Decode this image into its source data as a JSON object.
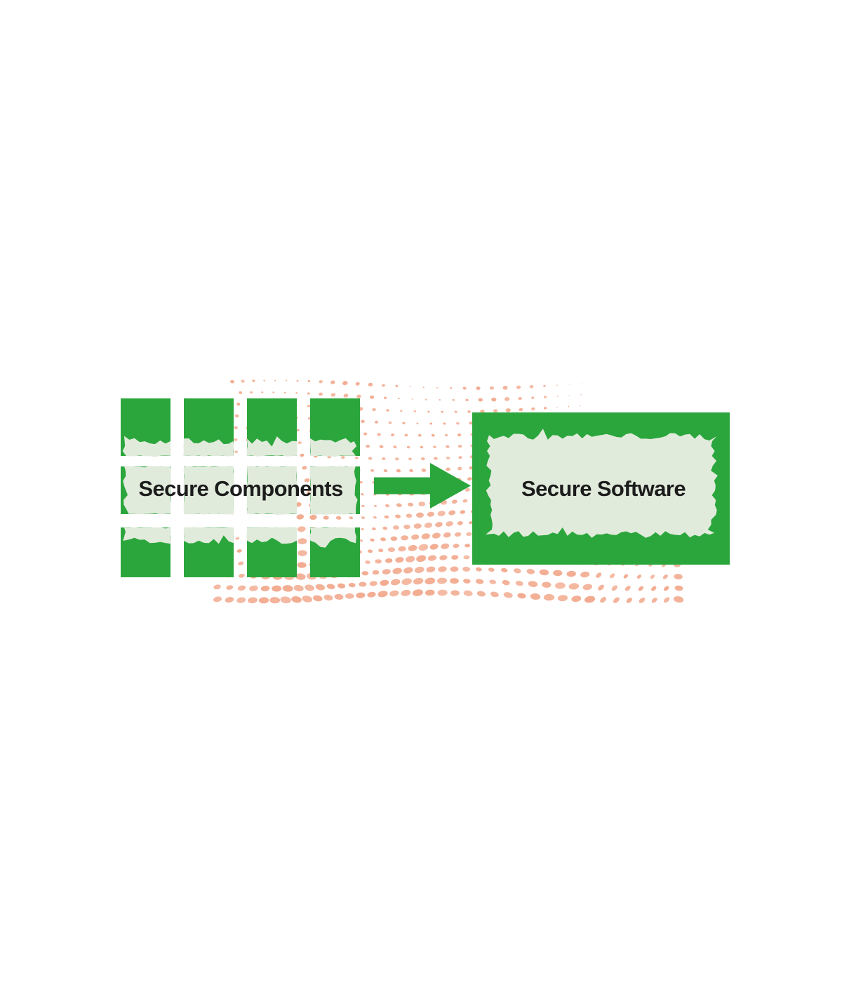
{
  "diagram": {
    "type": "process-flow",
    "background_color": "#ffffff",
    "nodes": [
      {
        "id": "secure-components",
        "label": "Secure Components",
        "shape": "grid-of-green-blocks",
        "grid_columns": 4,
        "grid_rows": 3
      },
      {
        "id": "secure-software",
        "label": "Secure Software",
        "shape": "green-framed-panel"
      }
    ],
    "connector": {
      "from": "secure-components",
      "to": "secure-software",
      "type": "arrow",
      "direction": "right"
    },
    "colors": {
      "block_green": "#2BA63C",
      "panel_pale_green": "#E1EBDC",
      "dot_salmon": "#F2AB90",
      "label_text": "#1C1C1C"
    },
    "decoration": {
      "name": "halftone-dot-wave",
      "color": "#F2AB90"
    }
  }
}
